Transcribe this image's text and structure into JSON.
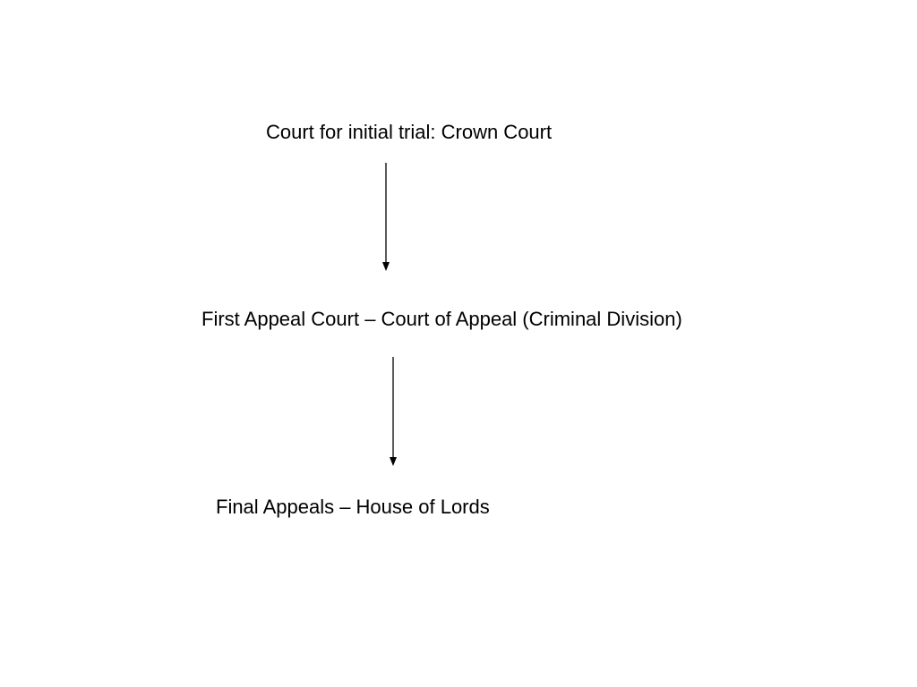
{
  "diagram": {
    "nodes": [
      {
        "id": "trial",
        "label": "Court for initial trial: Crown Court"
      },
      {
        "id": "first-appeal",
        "label": "First Appeal Court – Court of Appeal (Criminal Division)"
      },
      {
        "id": "final-appeal",
        "label": "Final Appeals – House of Lords"
      }
    ],
    "edges": [
      {
        "from": "trial",
        "to": "first-appeal"
      },
      {
        "from": "first-appeal",
        "to": "final-appeal"
      }
    ],
    "colors": {
      "text": "#000000",
      "arrow": "#000000",
      "background": "#ffffff"
    }
  }
}
